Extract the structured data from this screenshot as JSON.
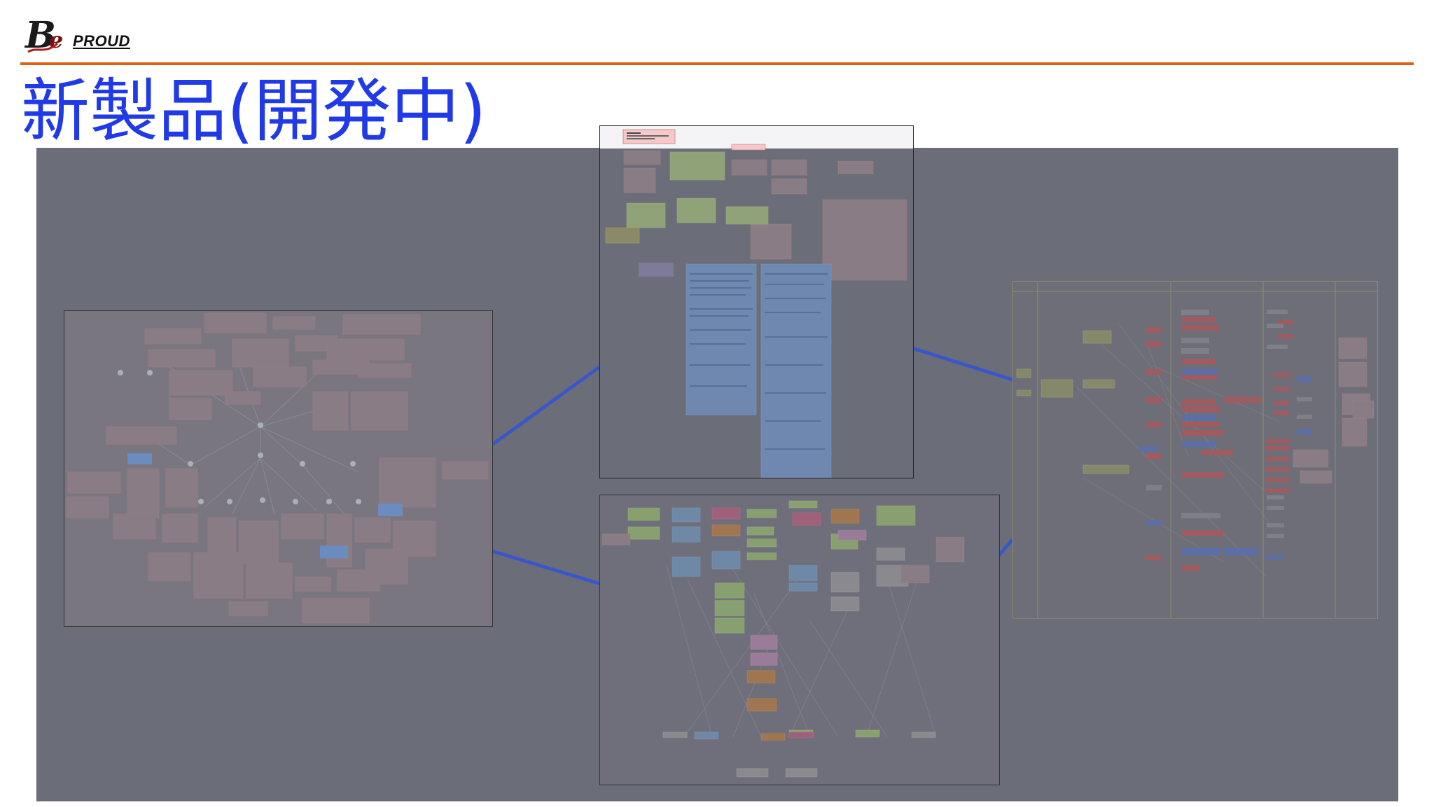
{
  "header": {
    "logo_text": "PROUD",
    "logo_mark": "B",
    "accent_color": "#e06012"
  },
  "slide": {
    "title": "新製品(開発中)",
    "title_color": "#1f3ae6"
  },
  "canvas": {
    "background": "#6b6d78",
    "connector_color": "#3a57c9",
    "panels": [
      {
        "id": "mindmap",
        "kind": "node-graph",
        "highlighted": false
      },
      {
        "id": "document",
        "kind": "notes-and-text",
        "highlighted": true
      },
      {
        "id": "flow",
        "kind": "column-flow",
        "highlighted": false
      },
      {
        "id": "sequence",
        "kind": "swimlane",
        "highlighted": false
      }
    ]
  }
}
